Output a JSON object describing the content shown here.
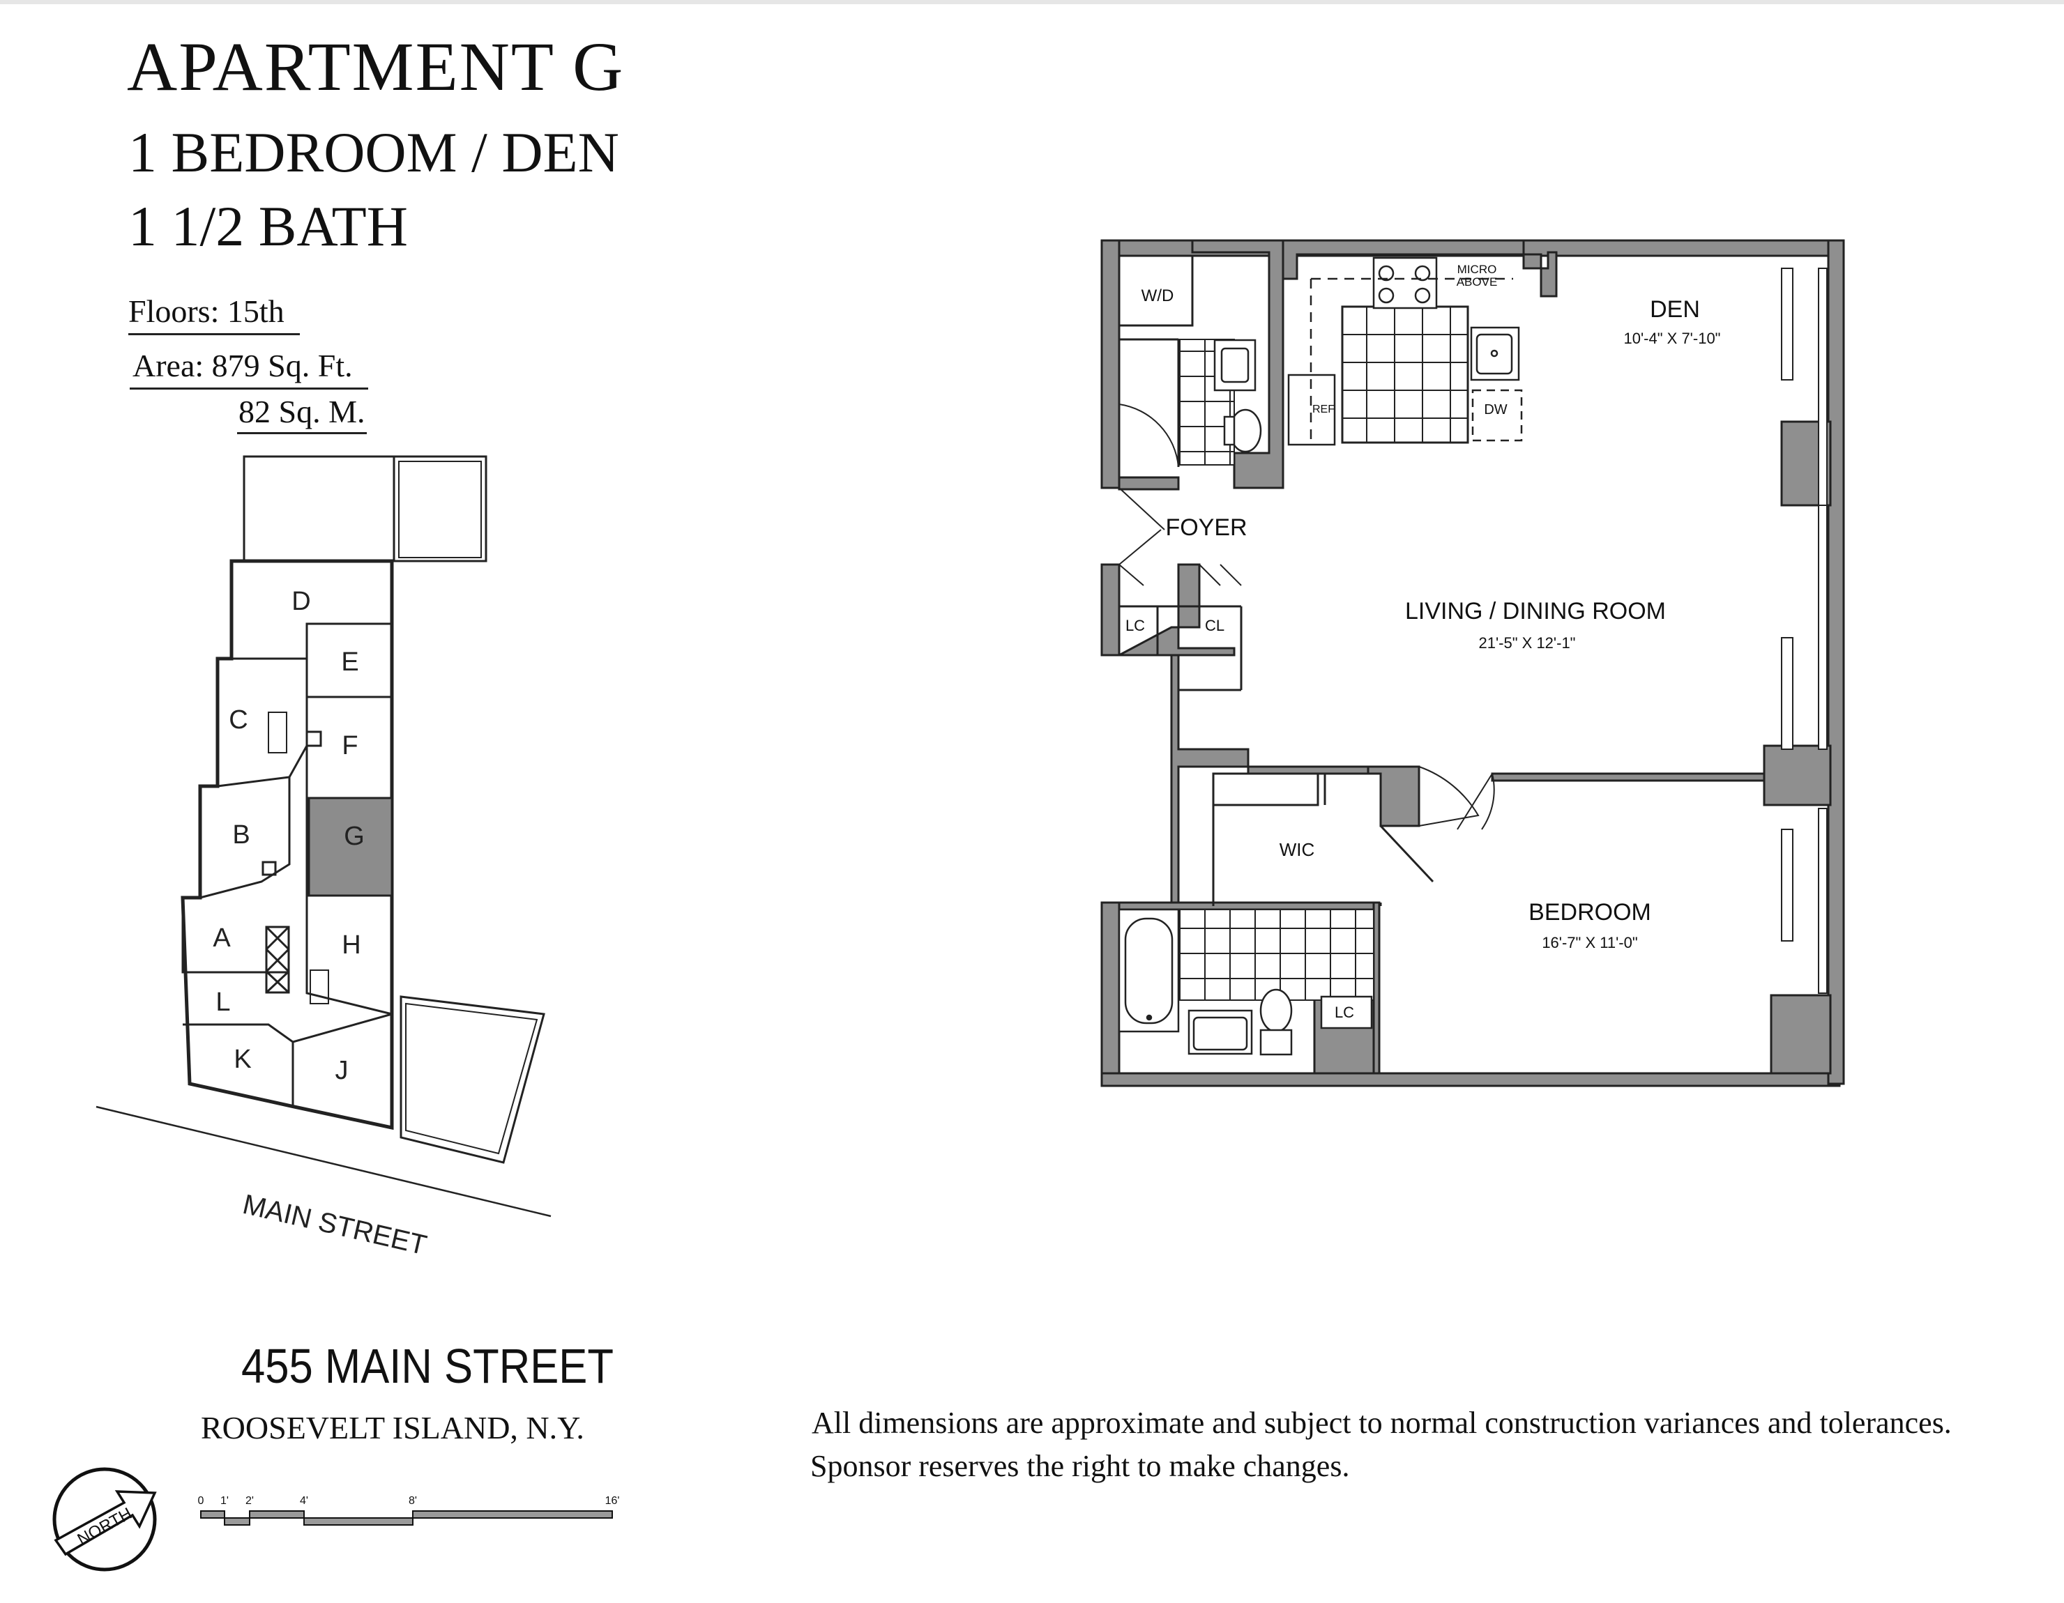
{
  "header": {
    "title": "APARTMENT G",
    "bedrooms": "1 BEDROOM / DEN",
    "baths": "1 1/2 BATH",
    "floors": "Floors: 15th",
    "area_sqft": "Area: 879 Sq. Ft.",
    "area_sqm": "82 Sq. M."
  },
  "keyplan": {
    "units": [
      "D",
      "E",
      "C",
      "F",
      "B",
      "G",
      "A",
      "H",
      "L",
      "K",
      "J"
    ],
    "highlighted_unit": "G",
    "street_label": "MAIN STREET",
    "north_label": "NORTH",
    "scale_labels": [
      "0",
      "1'",
      "2'",
      "4'",
      "8'",
      "16'"
    ]
  },
  "floorplan": {
    "rooms": {
      "den_name": "DEN",
      "den_dims": "10'-4\" X 7'-10\"",
      "living_name": "LIVING / DINING ROOM",
      "living_dims": "21'-5\" X 12'-1\"",
      "bedroom_name": "BEDROOM",
      "bedroom_dims": "16'-7\" X 11'-0\"",
      "foyer": "FOYER",
      "wic": "WIC",
      "wd": "W/D",
      "lc1": "LC",
      "cl": "CL",
      "lc2": "LC",
      "ref": "REF",
      "dw": "DW",
      "micro1": "MICRO",
      "micro2": "ABOVE"
    }
  },
  "footer": {
    "address": "455 MAIN STREET",
    "city": "ROOSEVELT ISLAND,  N.Y.",
    "disclaimer_line1": "All dimensions are approximate and subject to normal construction variances and tolerances.",
    "disclaimer_line2": "Sponsor reserves the right to make changes."
  },
  "colors": {
    "wall_fill": "#8f8f8f",
    "highlight": "#8c8c8c",
    "line": "#222222"
  }
}
